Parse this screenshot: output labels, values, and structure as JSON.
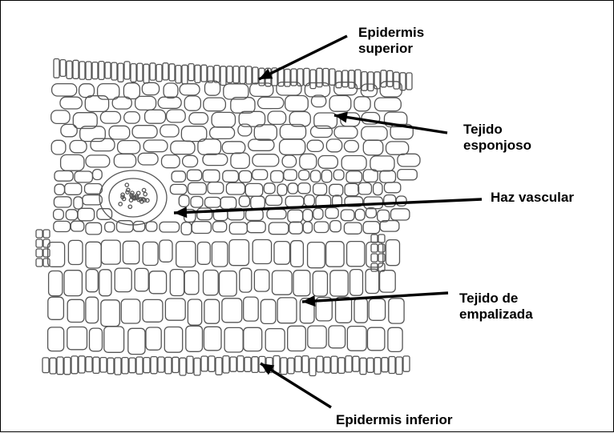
{
  "diagram": {
    "labels": {
      "epidermis_superior": [
        "Epidermis",
        "superior"
      ],
      "tejido_esponjoso": [
        "Tejido",
        "esponjoso"
      ],
      "haz_vascular": "Haz vascular",
      "tejido_empalizada": [
        "Tejido de",
        "empalizada"
      ],
      "epidermis_inferior": "Epidermis inferior"
    },
    "colors": {
      "cell_outline": "#555555",
      "arrow": "#000000",
      "text": "#000000",
      "frame": "#000000"
    }
  }
}
